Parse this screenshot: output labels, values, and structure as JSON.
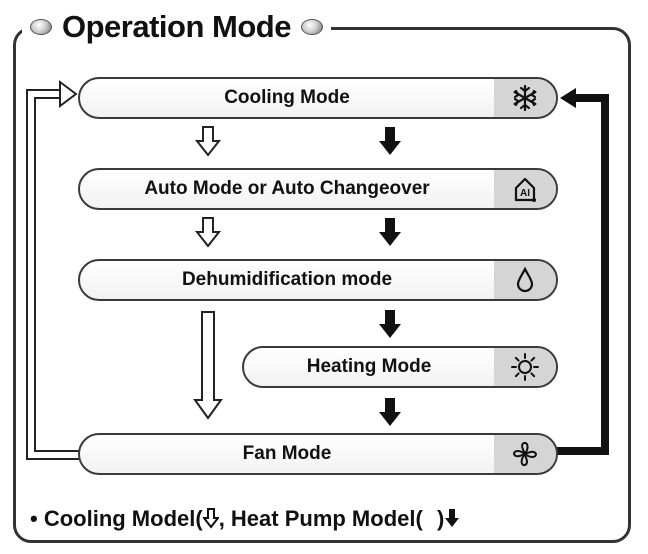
{
  "title": "Operation Mode",
  "modes": [
    {
      "label": "Cooling Mode",
      "icon": "snowflake-icon"
    },
    {
      "label": "Auto Mode or Auto Changeover",
      "icon": "auto-ai-icon"
    },
    {
      "label": "Dehumidification mode",
      "icon": "water-drop-icon"
    },
    {
      "label": "Heating Mode",
      "icon": "sun-icon"
    },
    {
      "label": "Fan Mode",
      "icon": "fan-icon"
    }
  ],
  "footer": {
    "bullet": "•",
    "cooling_text": "Cooling Model(",
    "heat_pump_text": ", Heat Pump Model(",
    "close_text": ")"
  },
  "colors": {
    "border": "#333333",
    "icon_bg": "#d5d5d5",
    "solid_arrow": "#111111"
  }
}
